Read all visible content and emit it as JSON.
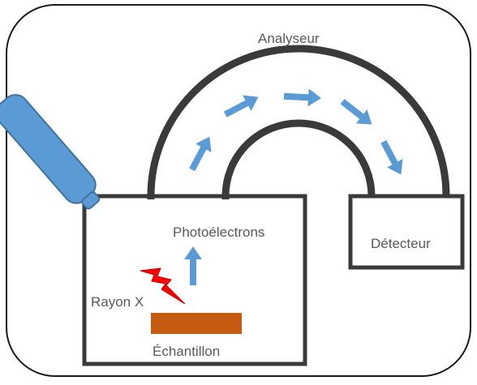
{
  "diagram": {
    "labels": {
      "analyzer": "Analyseur",
      "photoelectrons": "Photoélectrons",
      "detector": "Détecteur",
      "xray": "Rayon X",
      "sample": "Échantillon"
    },
    "colors": {
      "outline": "#3a3a3a",
      "frame": "#1a1a1a",
      "arrow": "#5b9bd5",
      "tube_fill": "#5b9bd5",
      "tube_stroke": "#41719c",
      "sample": "#c55a11",
      "lightning_fill": "#ff0000",
      "text": "#595959"
    },
    "icons": {
      "xray_source": "xray-tube-icon",
      "xray_beam": "lightning-icon",
      "electron_flow": "arrow-icon"
    }
  }
}
